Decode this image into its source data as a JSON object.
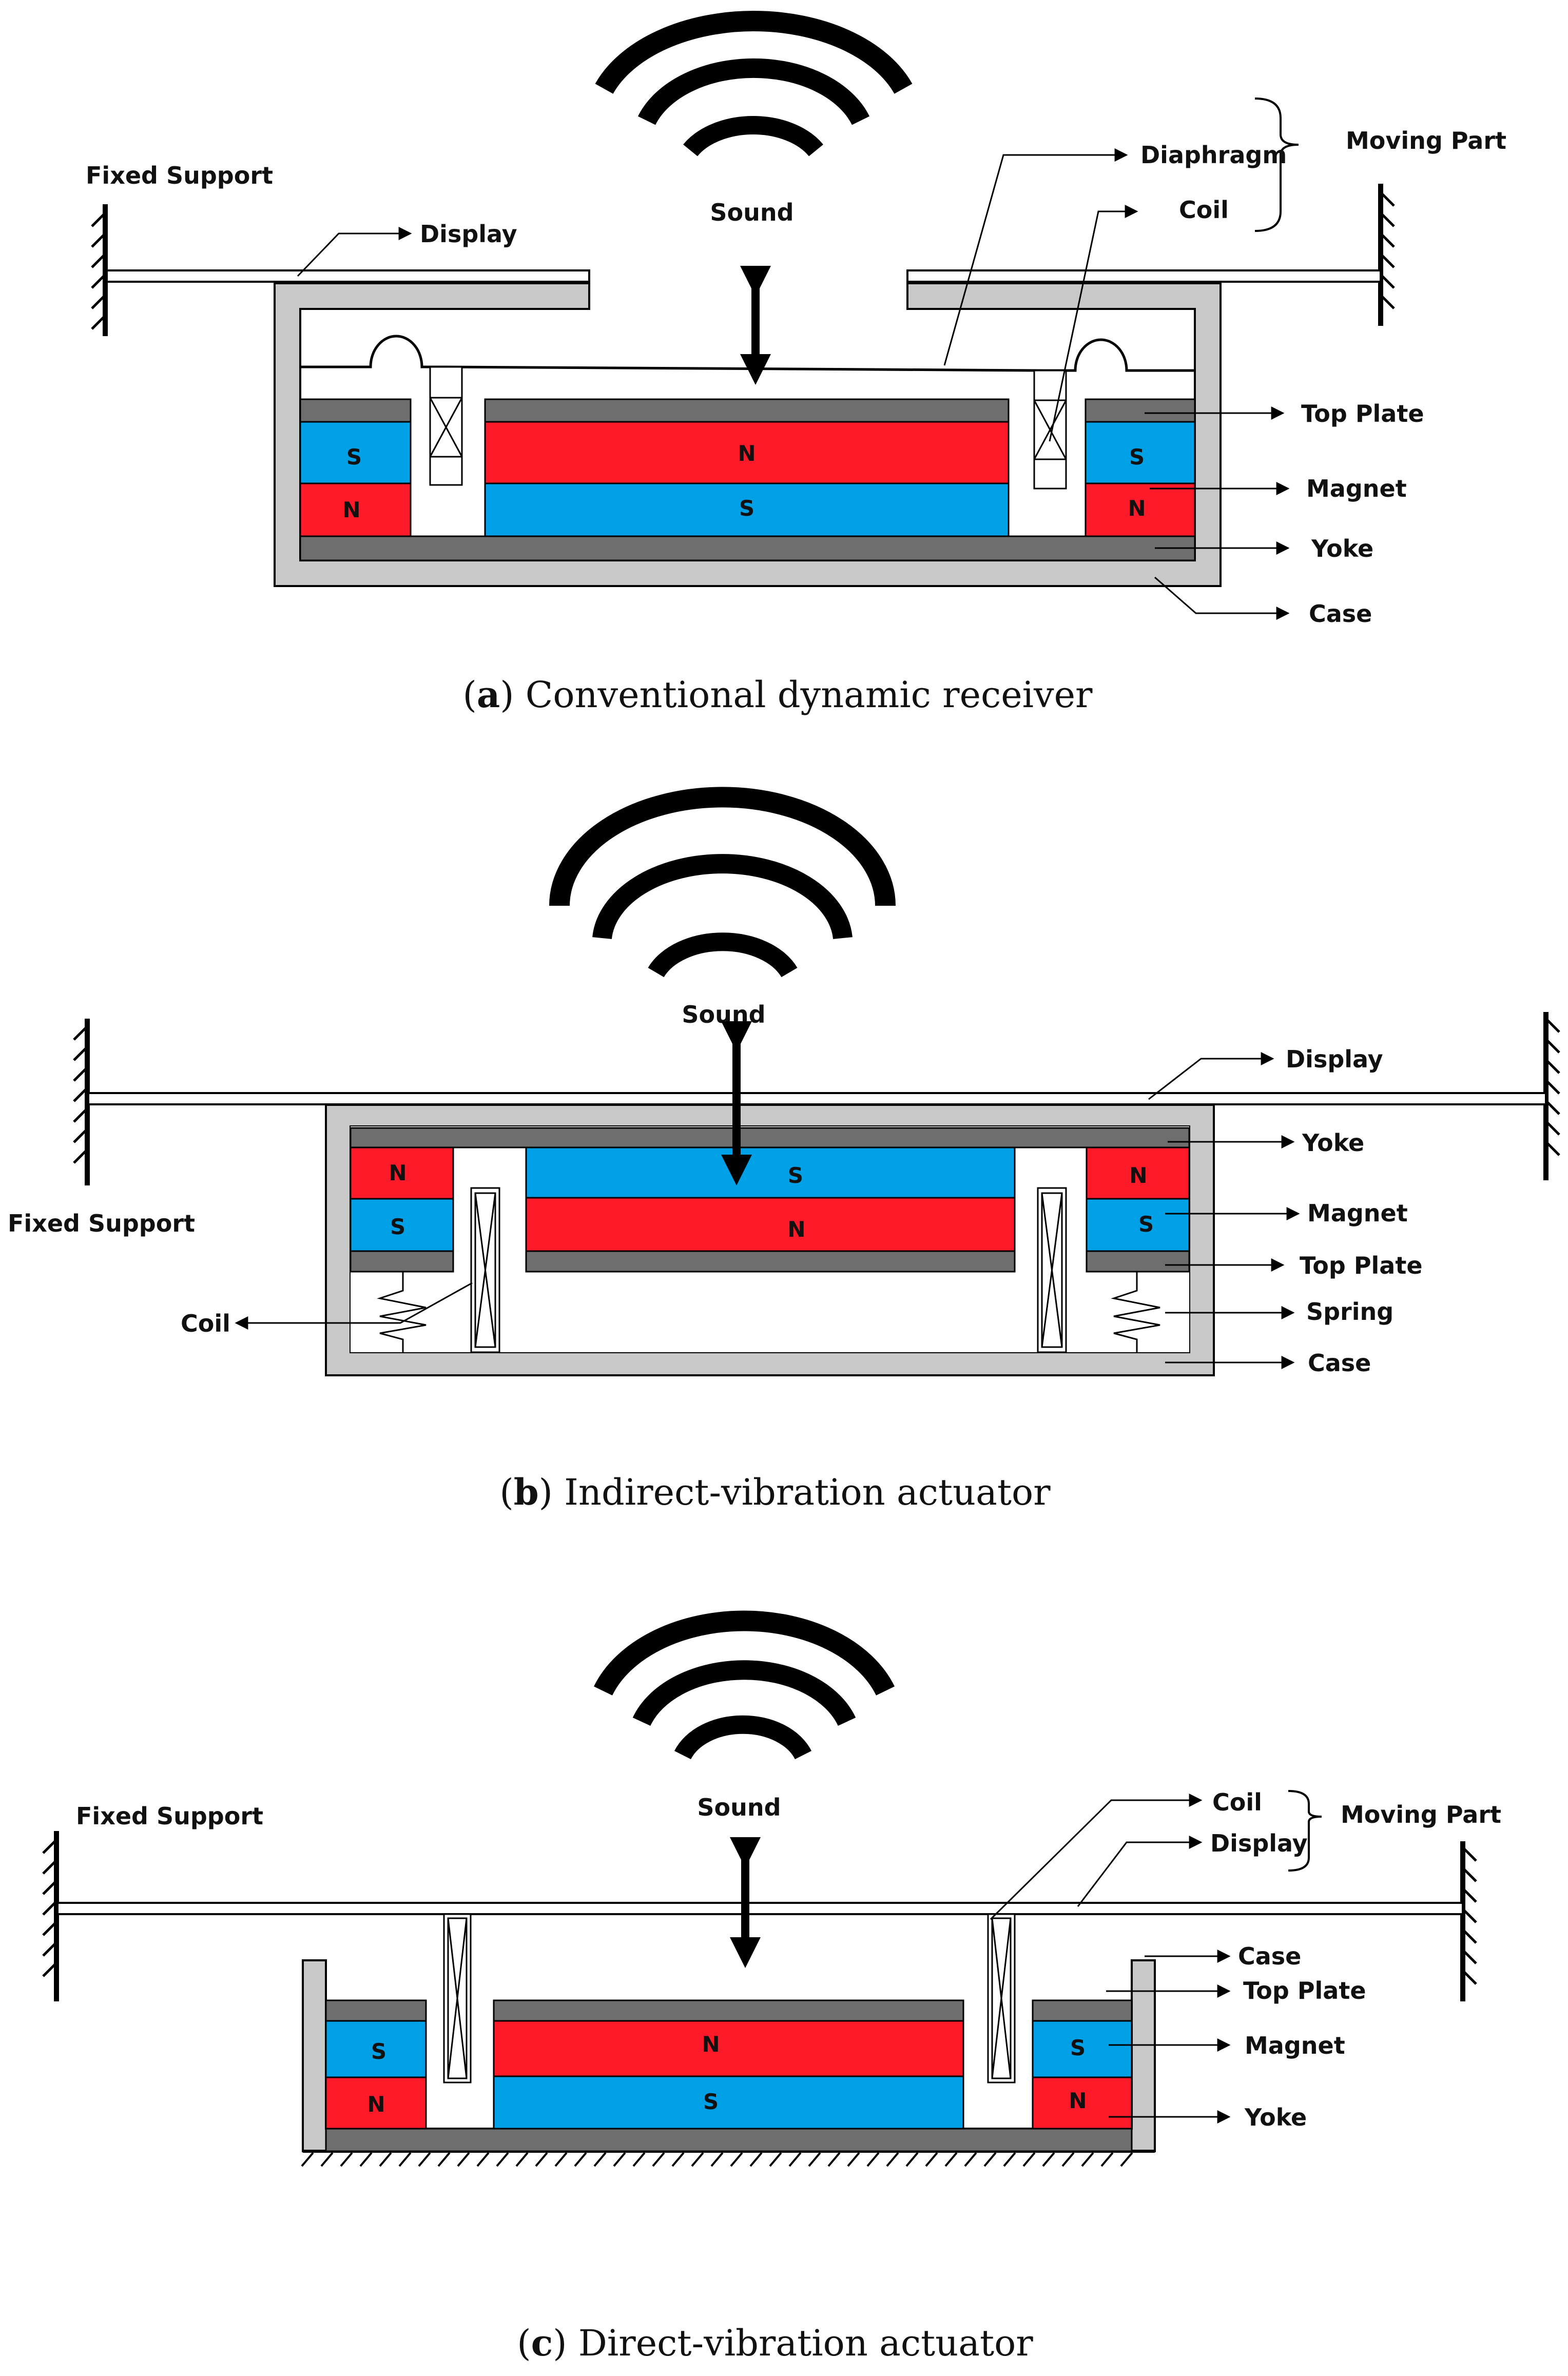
{
  "colors": {
    "case": "#c8c8c8",
    "plate": "#6e6e6e",
    "north": "#ff1a2a",
    "south": "#00a0e6",
    "line": "#000000",
    "background": "#ffffff"
  },
  "icons": [
    "sound-wave-icon",
    "double-arrow-icon",
    "fixed-support-hatch-icon",
    "coil-winding-icon",
    "spring-icon",
    "brace-icon"
  ],
  "panel_a": {
    "caption_letter": "a",
    "caption_text": " Conventional dynamic receiver",
    "labels": {
      "fixed_support": "Fixed Support",
      "display": "Display",
      "sound": "Sound",
      "diaphragm": "Diaphragm",
      "coil": "Coil",
      "moving_part": "Moving Part",
      "top_plate": "Top Plate",
      "magnet": "Magnet",
      "yoke": "Yoke",
      "case": "Case"
    },
    "poles": {
      "center_top": "N",
      "center_bottom": "S",
      "left_top": "S",
      "left_bottom": "N",
      "right_top": "S",
      "right_bottom": "N"
    }
  },
  "panel_b": {
    "caption_letter": "b",
    "caption_text": " Indirect-vibration actuator",
    "labels": {
      "sound": "Sound",
      "display": "Display",
      "fixed_support": "Fixed Support",
      "yoke": "Yoke",
      "magnet": "Magnet",
      "top_plate": "Top Plate",
      "spring": "Spring",
      "case": "Case",
      "coil": "Coil"
    },
    "poles": {
      "center_top": "S",
      "center_bottom": "N",
      "left_top": "N",
      "left_bottom": "S",
      "right_top": "N",
      "right_bottom": "S"
    }
  },
  "panel_c": {
    "caption_letter": "c",
    "caption_text": " Direct-vibration actuator",
    "labels": {
      "fixed_support": "Fixed Support",
      "sound": "Sound",
      "coil": "Coil",
      "display": "Display",
      "moving_part": "Moving Part",
      "case": "Case",
      "top_plate": "Top Plate",
      "magnet": "Magnet",
      "yoke": "Yoke"
    },
    "poles": {
      "center_top": "N",
      "center_bottom": "S",
      "left_top": "S",
      "left_bottom": "N",
      "right_top": "S",
      "right_bottom": "N"
    }
  }
}
